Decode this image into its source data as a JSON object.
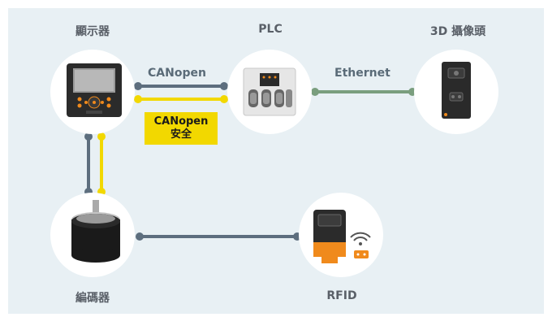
{
  "devices": {
    "display": {
      "label": "顯示器"
    },
    "plc": {
      "label": "PLC"
    },
    "camera": {
      "label": "3D 攝像頭"
    },
    "encoder": {
      "label": "編碼器"
    },
    "rfid": {
      "label": "RFID"
    }
  },
  "connections": {
    "canopen": "CANopen",
    "canopen_safety_line1": "CANopen",
    "canopen_safety_line2": "安全",
    "ethernet": "Ethernet"
  },
  "colors": {
    "canopen": "#5d6e7e",
    "safety": "#f2d800",
    "ethernet": "#7a9e7e",
    "accent": "#f08a1c"
  }
}
